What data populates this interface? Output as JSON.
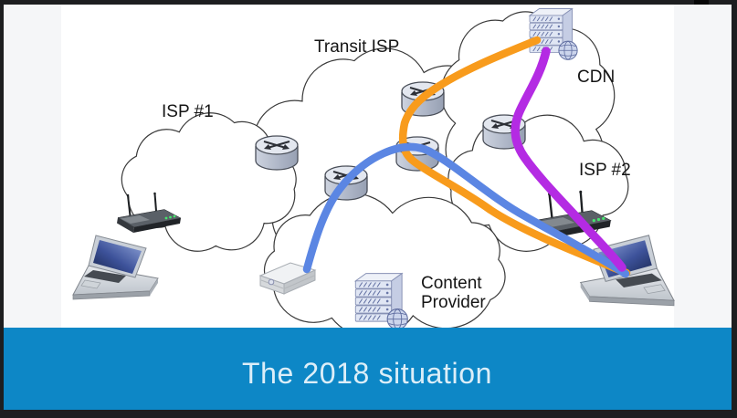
{
  "frame": {
    "background": "#1D1E20"
  },
  "viewer": {
    "background": "#F5F6F8",
    "slide_background": "#FFFFFF"
  },
  "slide": {
    "labels": {
      "isp1": "ISP #1",
      "transit_isp": "Transit ISP",
      "cdn": "CDN",
      "isp2": "ISP #2",
      "content_provider_line1": "Content",
      "content_provider_line2": "Provider"
    },
    "flows": {
      "orange": {
        "color": "#F89B1C",
        "from": "CDN server",
        "to": "ISP #2 laptop"
      },
      "blue": {
        "color": "#5B86E3",
        "from": "Content Provider server",
        "to": "ISP #2 laptop"
      },
      "purple": {
        "color": "#B42BE3",
        "from": "CDN server",
        "to": "ISP #2 laptop"
      }
    }
  },
  "banner": {
    "title": "The 2018 situation",
    "background": "#0D87C6",
    "text_color": "#DCEEF8"
  }
}
